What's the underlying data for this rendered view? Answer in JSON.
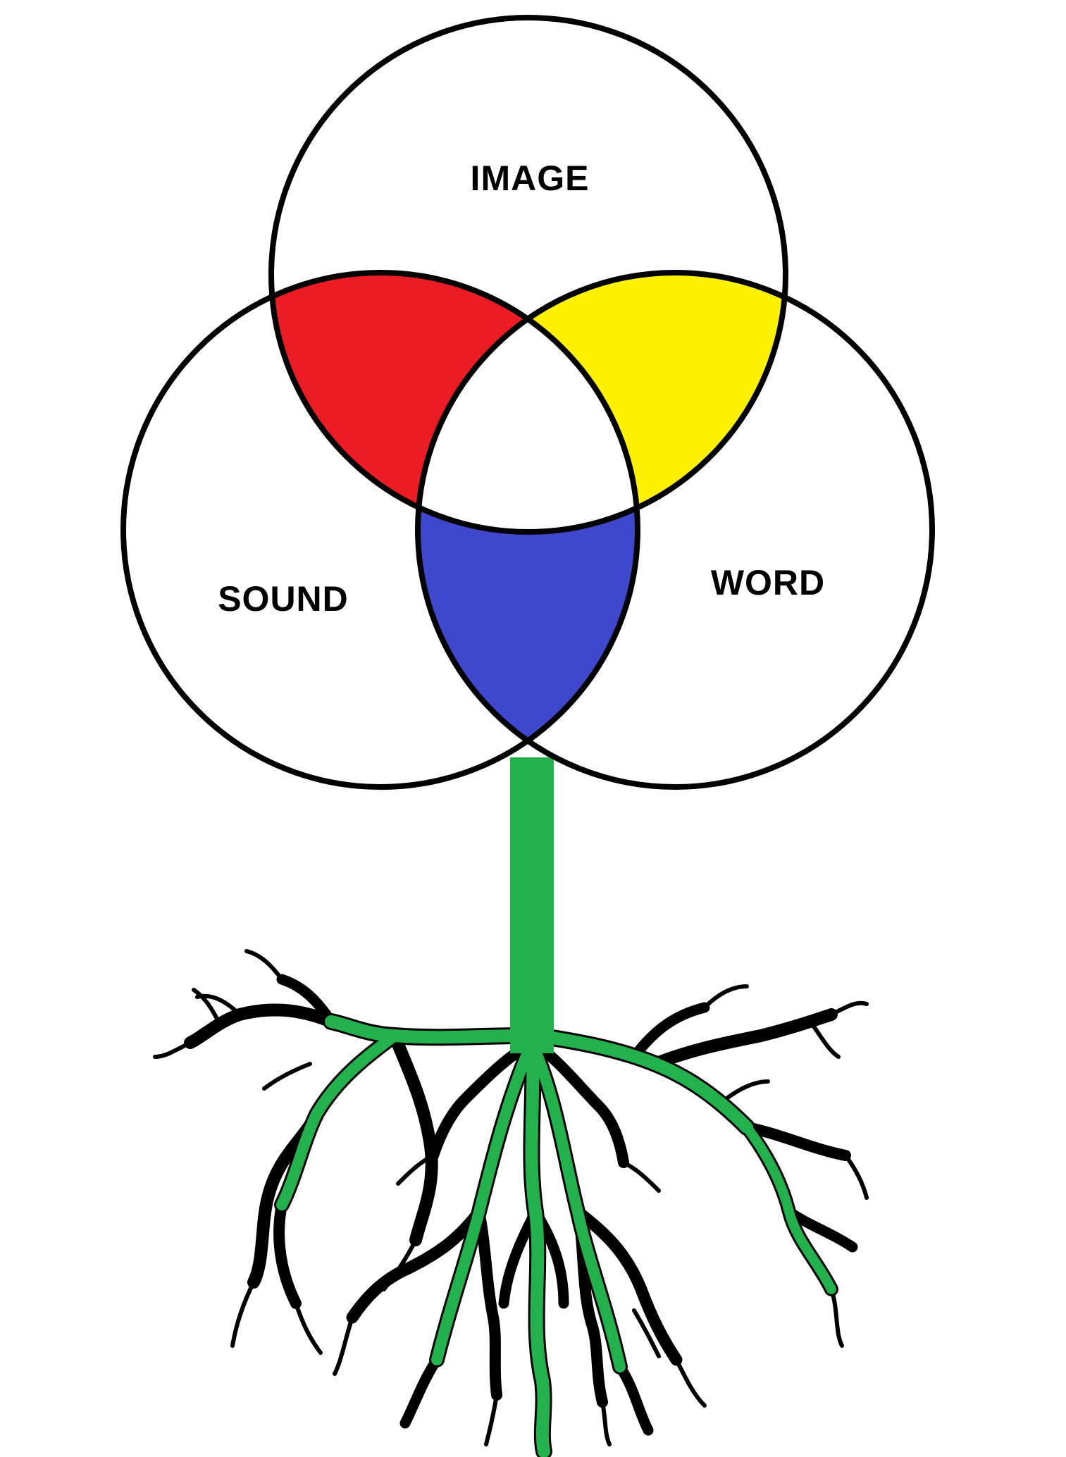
{
  "venn": {
    "labels": {
      "top": "IMAGE",
      "left": "SOUND",
      "right": "WORD"
    }
  },
  "colors": {
    "background": "#ffffff",
    "outline": "#000000",
    "image_sound_overlap": "#ec1c24",
    "image_word_overlap": "#fff200",
    "sound_word_overlap": "#3f48cc",
    "center_overlap": "#ffffff",
    "trunk_and_roots": "#22b14c",
    "root_outline": "#000000"
  },
  "icons": {
    "tree": "tree-roots-icon"
  }
}
